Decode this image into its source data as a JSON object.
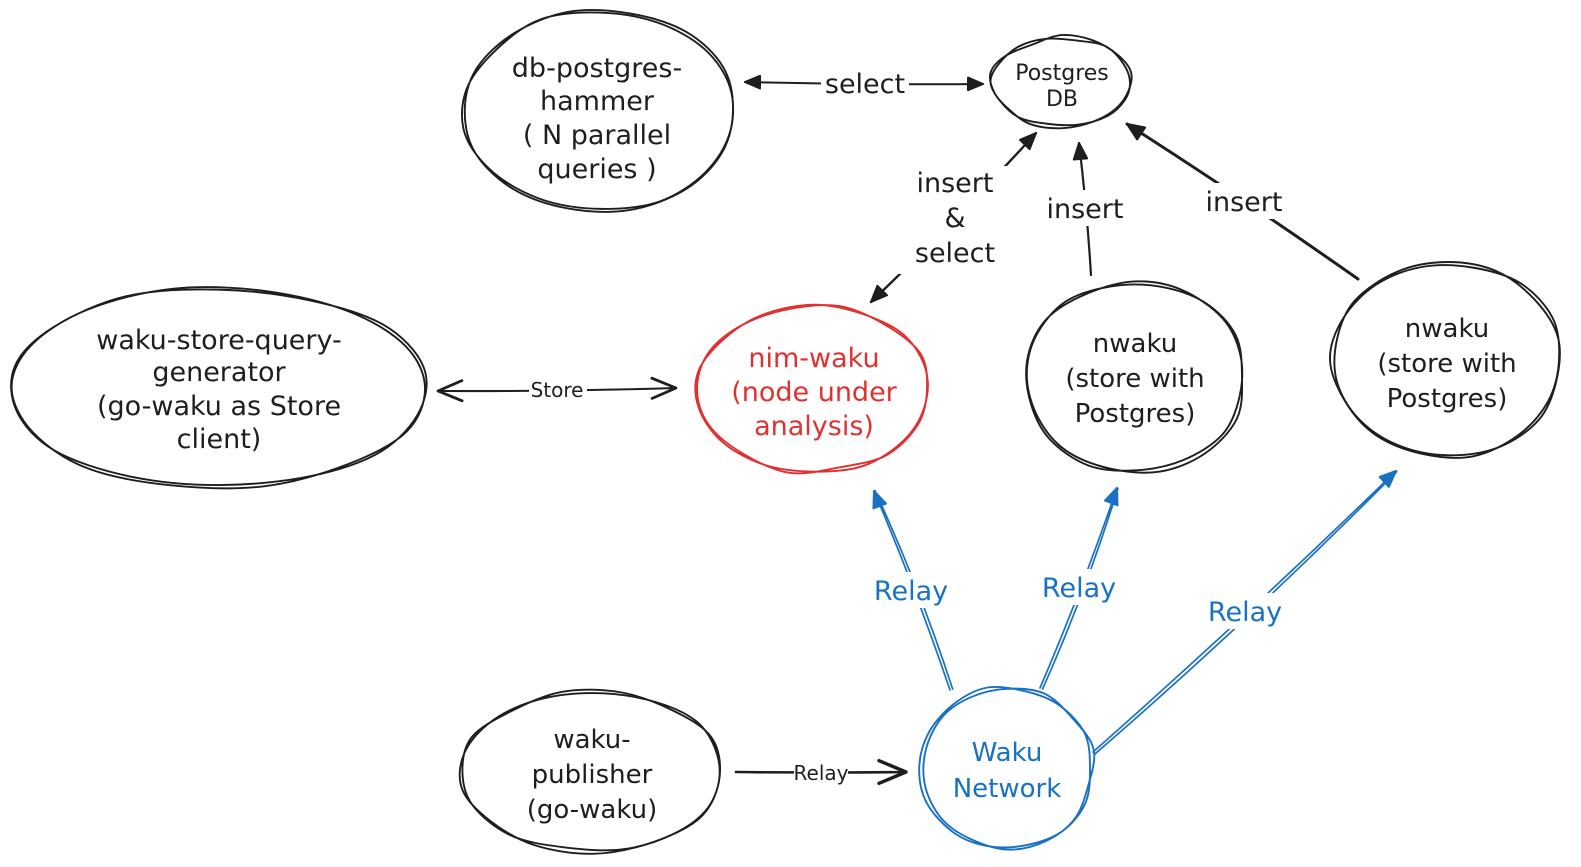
{
  "canvas": {
    "background": "#ffffff"
  },
  "colors": {
    "ink": "#1e1e1e",
    "red": "#e03131",
    "blue": "#1971c2"
  },
  "nodes": {
    "db_hammer": {
      "lines": [
        "db-postgres-",
        "hammer",
        "( N parallel",
        "queries )"
      ],
      "color": "#1e1e1e"
    },
    "postgres_db": {
      "lines": [
        "Postgres",
        "DB"
      ],
      "color": "#1e1e1e"
    },
    "store_query_gen": {
      "lines": [
        "waku-store-query-",
        "generator",
        "(go-waku as Store",
        "client)"
      ],
      "color": "#1e1e1e"
    },
    "nim_waku": {
      "lines": [
        "nim-waku",
        "(node under",
        "analysis)"
      ],
      "color": "#e03131"
    },
    "nwaku_mid": {
      "lines": [
        "nwaku",
        "(store with",
        "Postgres)"
      ],
      "color": "#1e1e1e"
    },
    "nwaku_right": {
      "lines": [
        "nwaku",
        "(store with",
        "Postgres)"
      ],
      "color": "#1e1e1e"
    },
    "waku_publisher": {
      "lines": [
        "waku-",
        "publisher",
        "(go-waku)"
      ],
      "color": "#1e1e1e"
    },
    "waku_network": {
      "lines": [
        "Waku",
        "Network"
      ],
      "color": "#1971c2"
    }
  },
  "edges": {
    "select": {
      "label": "select"
    },
    "store": {
      "label": "Store"
    },
    "insert_select": {
      "lines": [
        "insert",
        "&",
        "select"
      ]
    },
    "insert_mid": {
      "label": "insert"
    },
    "insert_right": {
      "label": "insert"
    },
    "relay_publish": {
      "label": "Relay"
    },
    "relay_nim": {
      "label": "Relay"
    },
    "relay_mid": {
      "label": "Relay"
    },
    "relay_right": {
      "label": "Relay"
    }
  }
}
